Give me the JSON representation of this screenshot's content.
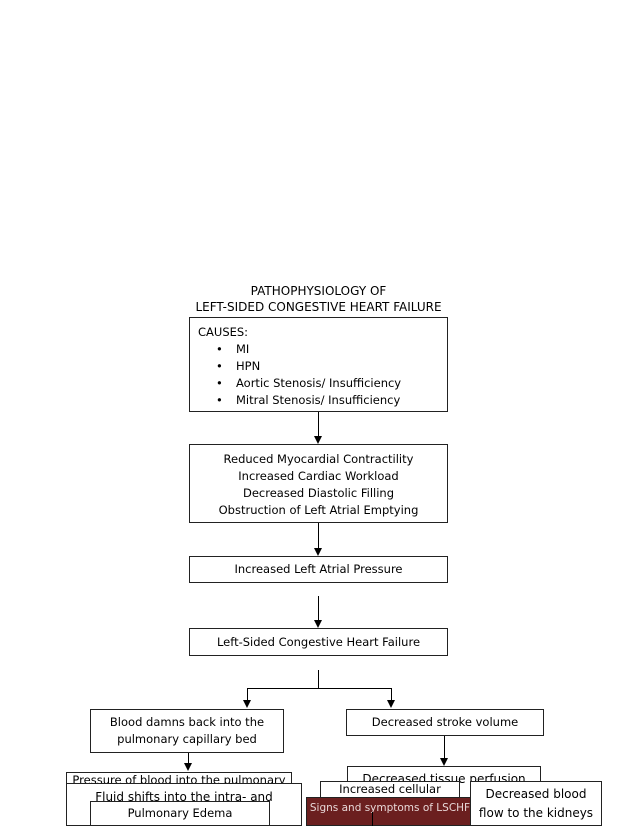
{
  "title": {
    "line1": "PATHOPHYSIOLOGY OF",
    "line2": "LEFT-SIDED CONGESTIVE HEART FAILURE"
  },
  "causes": {
    "heading": "CAUSES:",
    "items": [
      "MI",
      "HPN",
      "Aortic Stenosis/ Insufficiency",
      "Mitral Stenosis/ Insufficiency"
    ]
  },
  "mechanisms": [
    "Reduced Myocardial Contractility",
    "Increased Cardiac Workload",
    "Decreased Diastolic Filling",
    "Obstruction of Left Atrial Emptying"
  ],
  "atrial_pressure": "Increased Left Atrial Pressure",
  "heart_failure": "Left-Sided Congestive Heart Failure",
  "blood_damns": {
    "line1": "Blood damns back into the",
    "line2": "pulmonary capillary bed"
  },
  "stroke_volume": "Decreased stroke volume",
  "pressure_partial": "Pressure of blood into the pulmonary",
  "tissue_perfusion": "Decreased tissue perfusion",
  "fluid_shifts": "Fluid shifts into the intra- and",
  "cellular_partial": "Increased cellular",
  "pulmonary_edema": "Pulmonary Edema",
  "signs_symptoms": "Signs and symptoms of LSCHF",
  "kidneys": {
    "line1": "Decreased blood",
    "line2": "flow to the kidneys"
  }
}
